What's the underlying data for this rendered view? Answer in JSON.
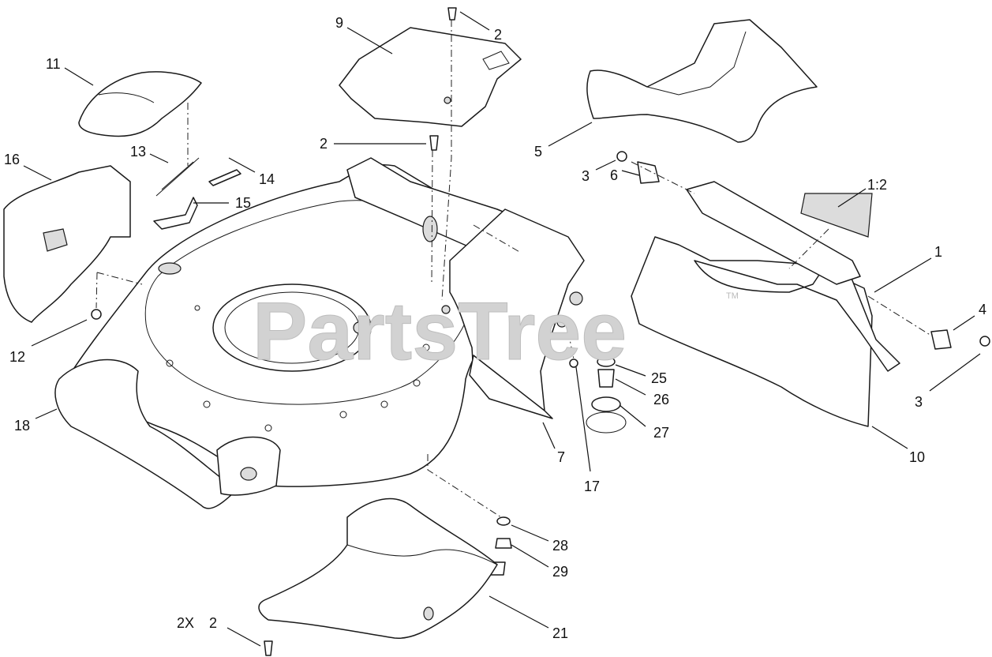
{
  "diagram": {
    "watermark": "PartsTree",
    "watermark_mark": "TM",
    "callouts": [
      {
        "id": "c9",
        "text": "9"
      },
      {
        "id": "c2a",
        "text": "2"
      },
      {
        "id": "c11",
        "text": "11"
      },
      {
        "id": "c13",
        "text": "13"
      },
      {
        "id": "c2b",
        "text": "2"
      },
      {
        "id": "c14",
        "text": "14"
      },
      {
        "id": "c16",
        "text": "16"
      },
      {
        "id": "c15",
        "text": "15"
      },
      {
        "id": "c5",
        "text": "5"
      },
      {
        "id": "c3a",
        "text": "3"
      },
      {
        "id": "c6",
        "text": "6"
      },
      {
        "id": "c1_2",
        "text": "1:2"
      },
      {
        "id": "c1",
        "text": "1"
      },
      {
        "id": "c4",
        "text": "4"
      },
      {
        "id": "c3b",
        "text": "3"
      },
      {
        "id": "c12",
        "text": "12"
      },
      {
        "id": "c18",
        "text": "18"
      },
      {
        "id": "c25",
        "text": "25"
      },
      {
        "id": "c26",
        "text": "26"
      },
      {
        "id": "c27",
        "text": "27"
      },
      {
        "id": "c7",
        "text": "7"
      },
      {
        "id": "c10",
        "text": "10"
      },
      {
        "id": "c17",
        "text": "17"
      },
      {
        "id": "c28",
        "text": "28"
      },
      {
        "id": "c29",
        "text": "29"
      },
      {
        "id": "c2x",
        "text": "2X"
      },
      {
        "id": "c2c",
        "text": "2"
      },
      {
        "id": "c21",
        "text": "21"
      }
    ]
  }
}
